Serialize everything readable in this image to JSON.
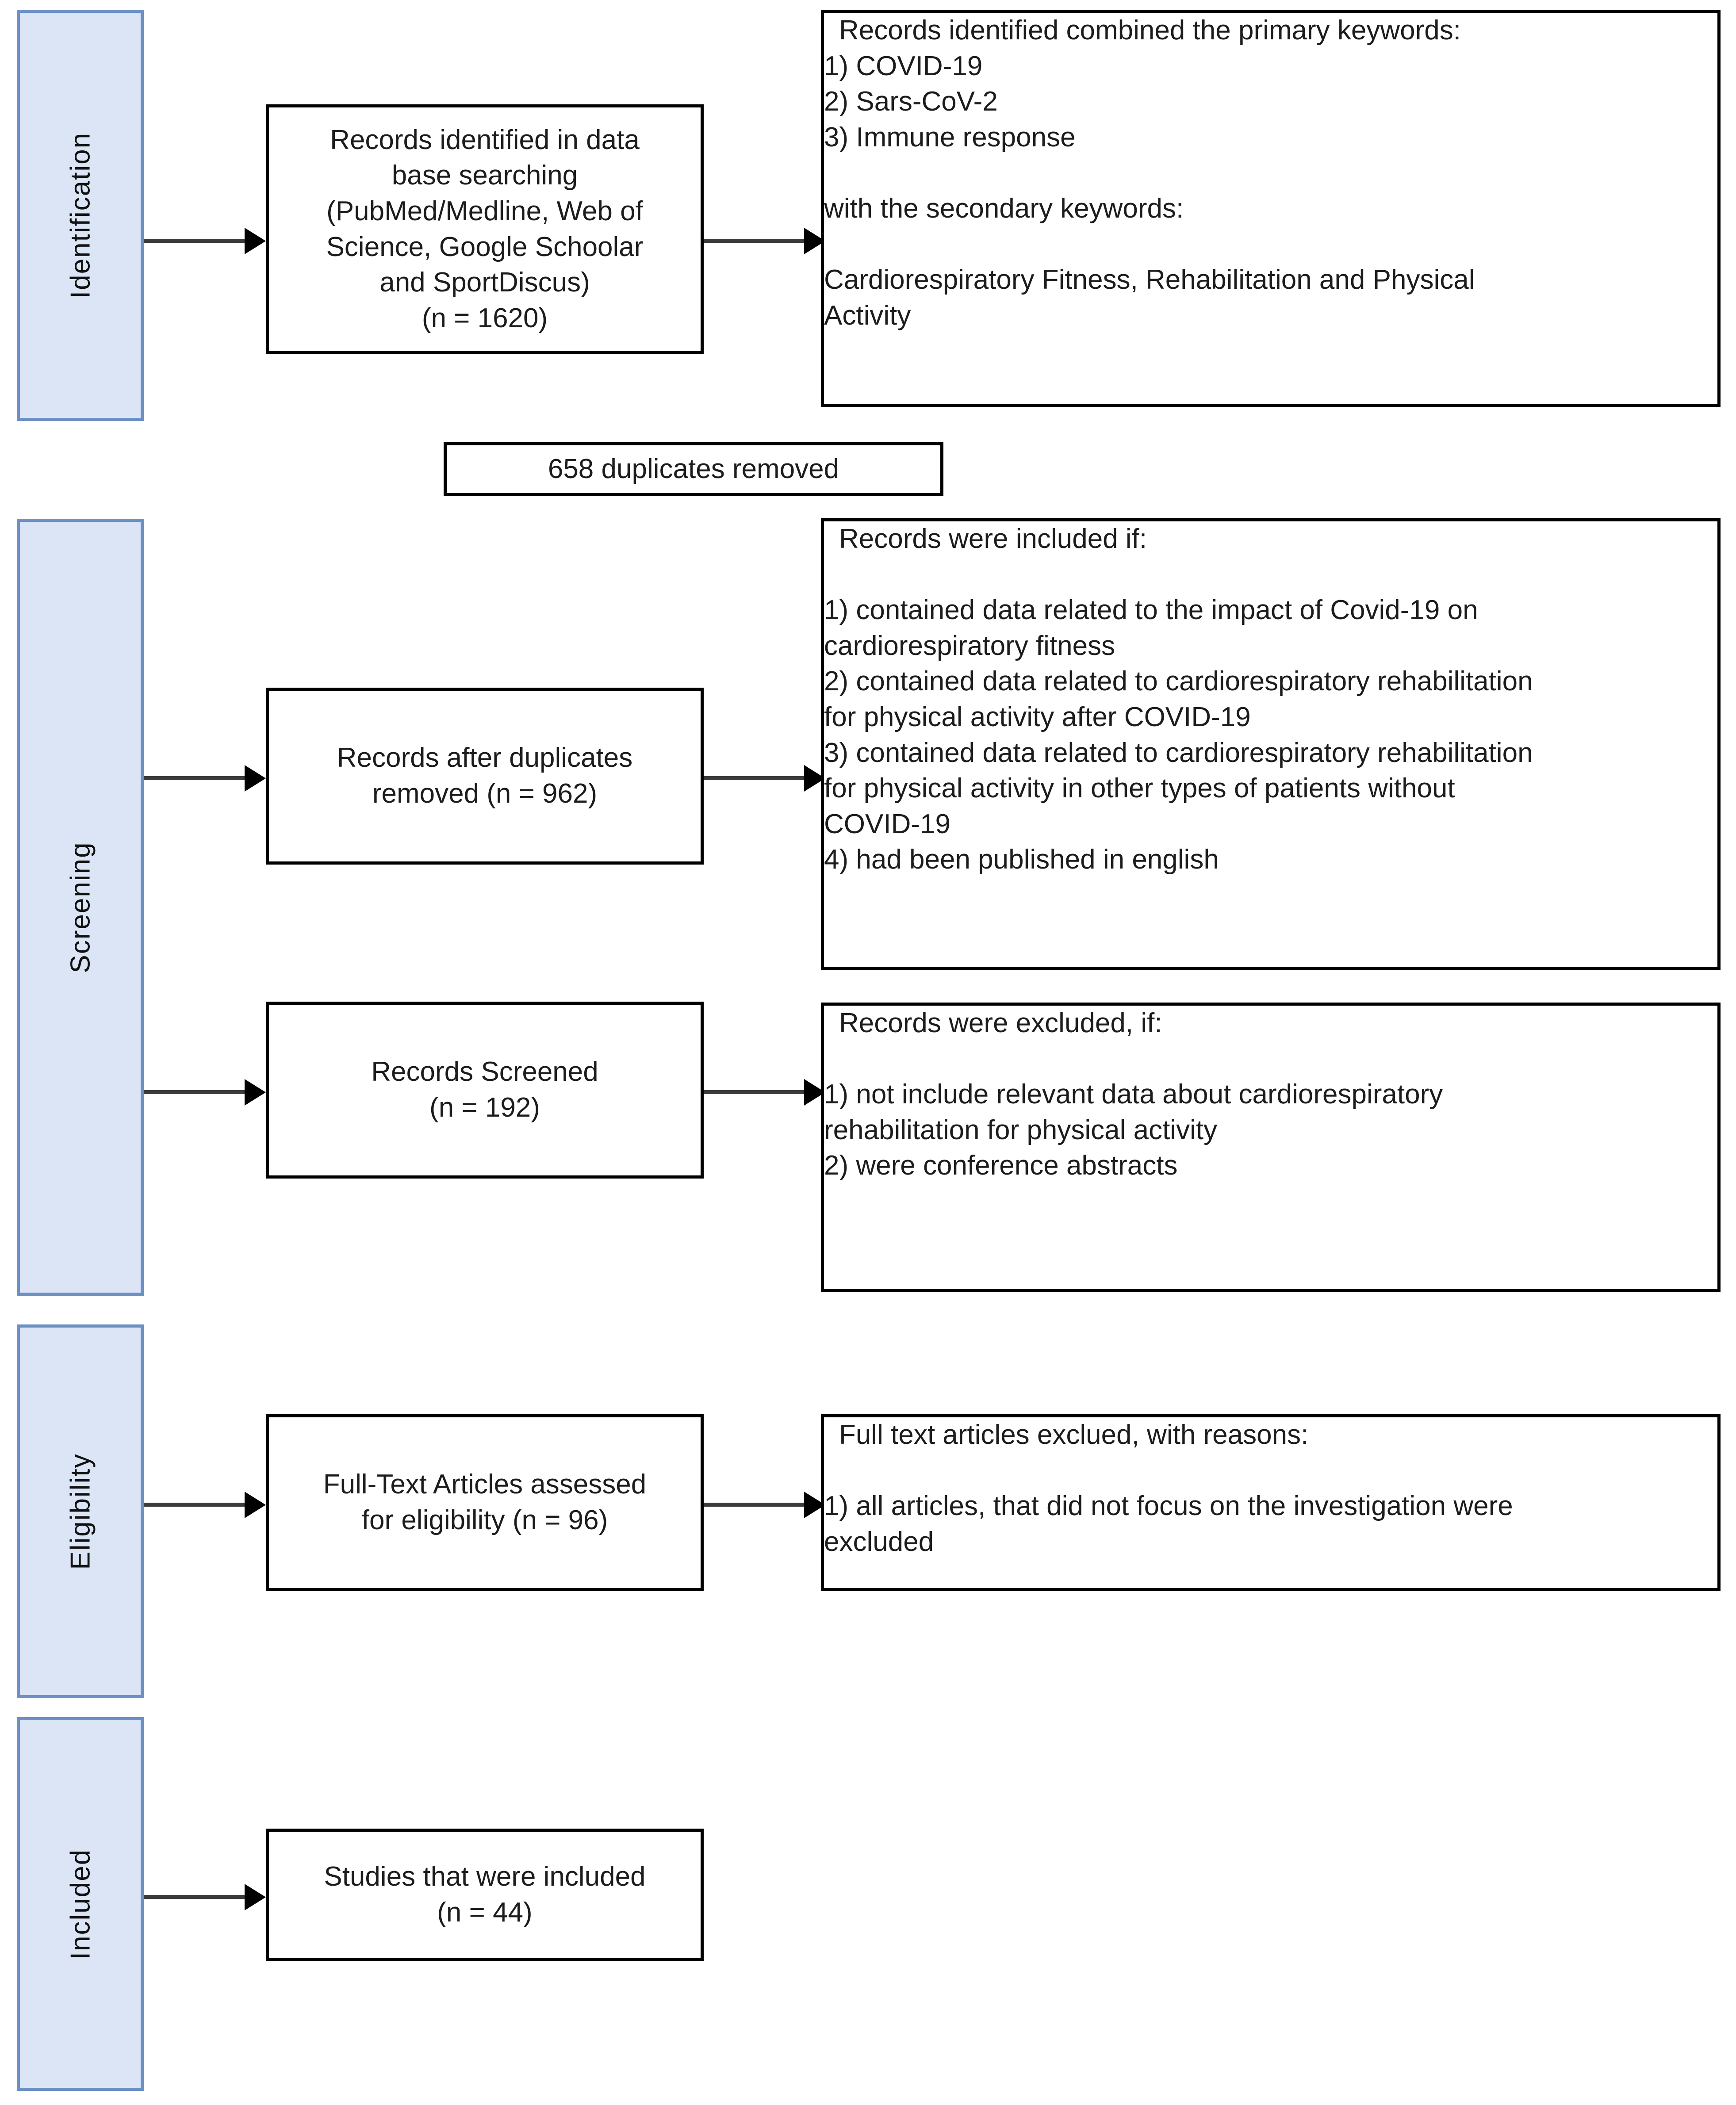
{
  "figure": {
    "type": "prisma-flow-diagram",
    "accent_color": "#6d90c4",
    "stage_fill_color": "#dbe5f6",
    "box_border_color": "#000000",
    "connector_color": "#3b3b3b"
  },
  "stages": [
    {
      "id": "identification",
      "label": "Identification"
    },
    {
      "id": "screening",
      "label": "Screening"
    },
    {
      "id": "eligibility",
      "label": "Eligibility"
    },
    {
      "id": "included",
      "label": "Included"
    }
  ],
  "nodes": {
    "records_identified": {
      "text": "Records identified in data\nbase searching\n(PubMed/Medline, Web of\nScience, Google Schoolar\nand SportDiscus)\n(n = 1620)",
      "count": 1620
    },
    "keywords": {
      "text": "Records identified combined the primary keywords:\n1) COVID-19\n2) Sars-CoV-2\n3) Immune response\n\nwith the secondary keywords:\n\nCardiorespiratory Fitness, Rehabilitation and Physical\nActivity"
    },
    "duplicates_removed": {
      "text": "658 duplicates removed",
      "count": 658
    },
    "records_after_duplicates": {
      "text": "Records after duplicates\nremoved (n = 962)",
      "count": 962
    },
    "inclusion_criteria": {
      "text": "Records were included if:\n\n1) contained data related to the impact of Covid-19 on\ncardiorespiratory fitness\n2) contained data related to cardiorespiratory rehabilitation\nfor physical activity after COVID-19\n3) contained data related to cardiorespiratory rehabilitation\nfor physical activity in other types of patients without\nCOVID-19\n4) had been published in english"
    },
    "records_screened": {
      "text": "Records Screened\n(n = 192)",
      "count": 192
    },
    "exclusion_criteria": {
      "text": "Records were excluded, if:\n\n1) not include relevant data about cardiorespiratory\nrehabilitation for physical activity\n2) were conference abstracts"
    },
    "full_text_assessed": {
      "text": "Full-Text Articles assessed\nfor eligibility (n = 96)",
      "count": 96
    },
    "full_text_excluded": {
      "text": "Full text articles exclued, with reasons:\n\n1) all articles, that did not focus on the investigation were\nexcluded"
    },
    "studies_included": {
      "text": "Studies that were included\n(n = 44)",
      "count": 44
    }
  }
}
